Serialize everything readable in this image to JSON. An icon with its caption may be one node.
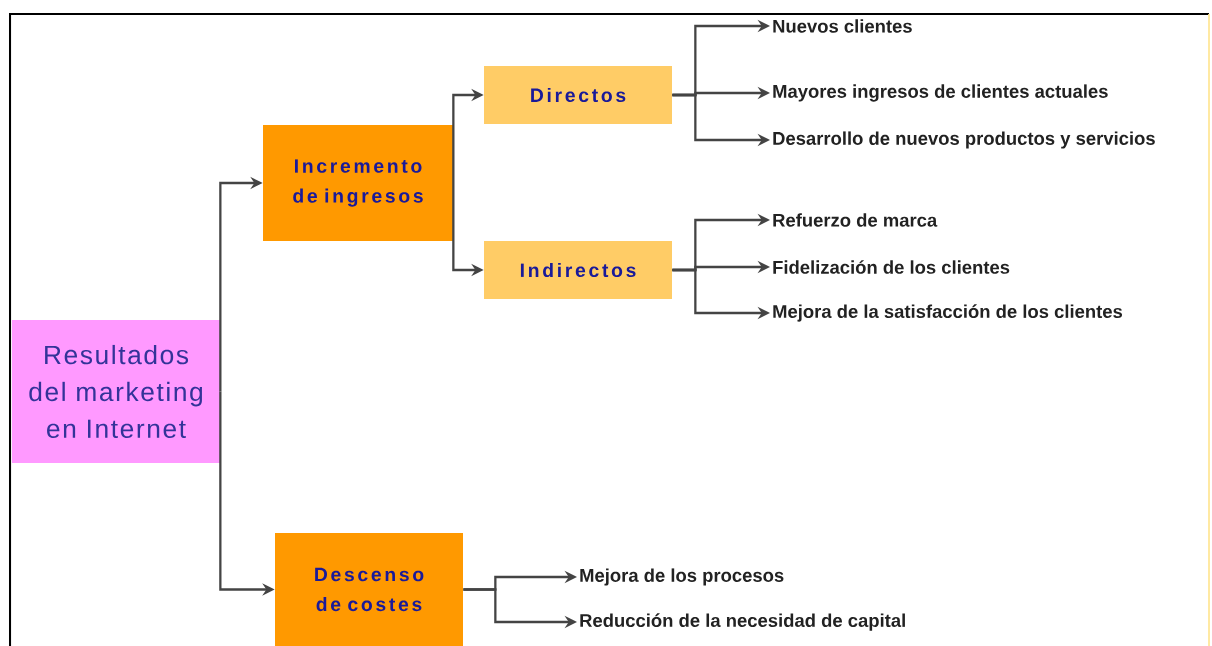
{
  "diagram": {
    "nodes": [
      {
        "text": [
          "Resultados del marketing en Internet"
        ]
      },
      {
        "text": [
          "Incremento de ingresos"
        ]
      },
      {
        "text": [
          "Directos"
        ]
      },
      {
        "text": [
          "Indirectos"
        ]
      },
      {
        "text": [
          "Descenso de costes"
        ]
      },
      {
        "text": [
          "Nuevos clientes"
        ]
      },
      {
        "text": [
          "Mayores ingresos de clientes actuales"
        ]
      },
      {
        "text": [
          "Desarrollo de nuevos productos y servicios"
        ]
      },
      {
        "text": [
          "Refuerzo de marca"
        ]
      },
      {
        "text": [
          "Fidelización de los clientes"
        ]
      },
      {
        "text": [
          "Mejora de la satisfacción de los clientes"
        ]
      },
      {
        "text": [
          "Mejora de los procesos"
        ]
      },
      {
        "text": [
          "Reducción de la necesidad de capital"
        ]
      }
    ],
    "edges": [
      {
        "from": 0,
        "to": 1,
        "arrow": "to"
      },
      {
        "from": 0,
        "to": 4,
        "arrow": "to"
      },
      {
        "from": 1,
        "to": 2,
        "arrow": "to"
      },
      {
        "from": 1,
        "to": 3,
        "arrow": "to"
      },
      {
        "from": 2,
        "to": 5,
        "arrow": "to"
      },
      {
        "from": 2,
        "to": 6,
        "arrow": "to"
      },
      {
        "from": 2,
        "to": 7,
        "arrow": "to"
      },
      {
        "from": 3,
        "to": 8,
        "arrow": "to"
      },
      {
        "from": 3,
        "to": 9,
        "arrow": "to"
      },
      {
        "from": 3,
        "to": 10,
        "arrow": "to"
      },
      {
        "from": 4,
        "to": 11,
        "arrow": "to"
      },
      {
        "from": 4,
        "to": 12,
        "arrow": "to"
      }
    ]
  }
}
